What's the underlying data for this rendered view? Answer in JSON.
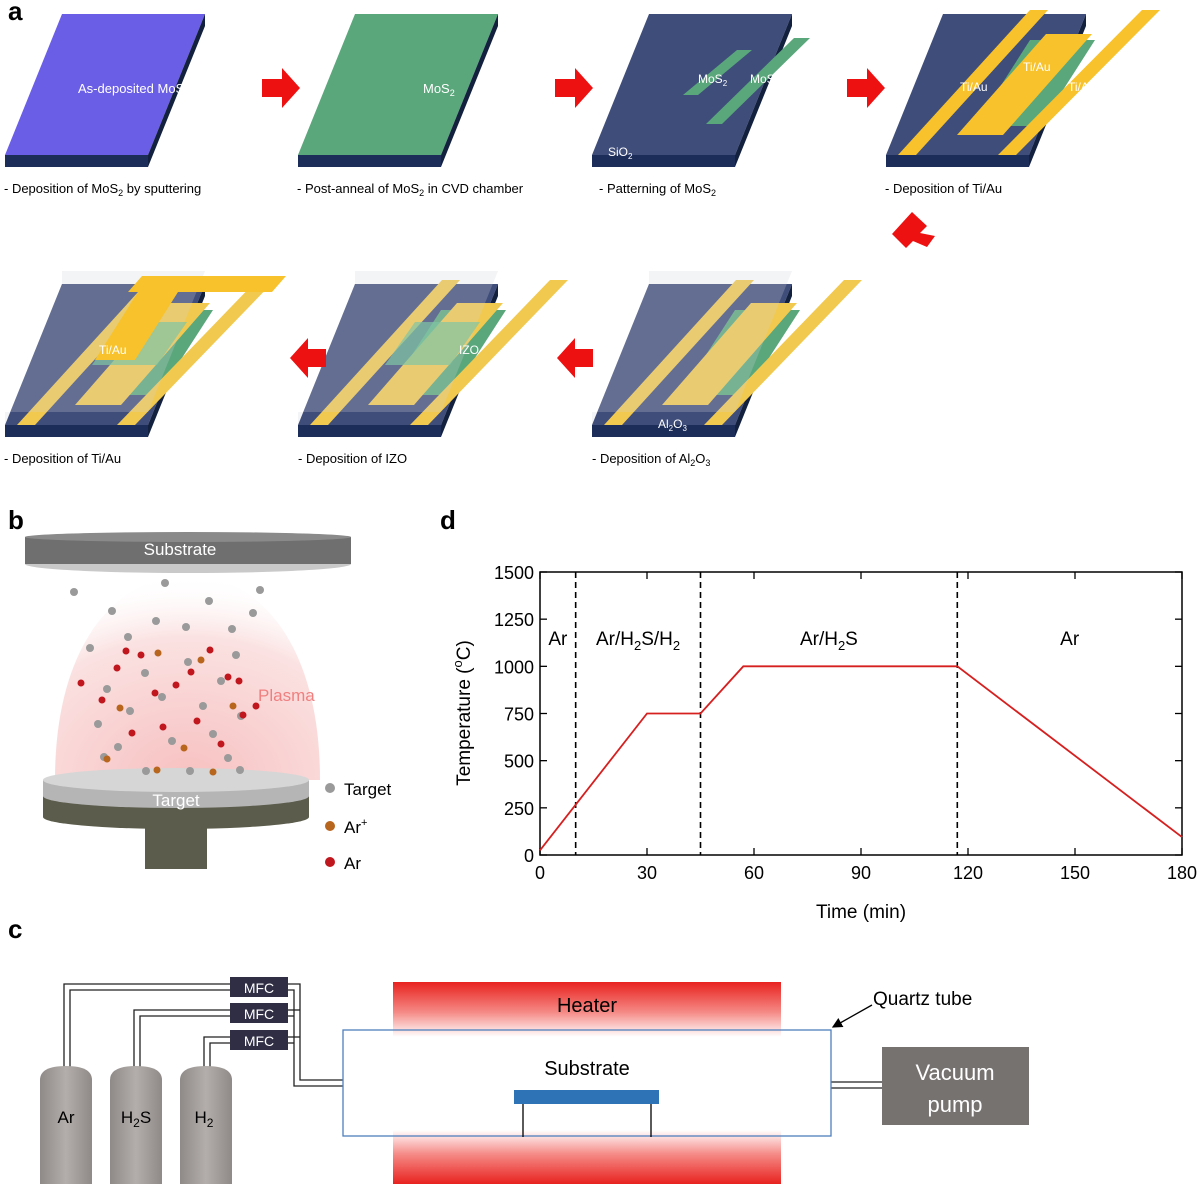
{
  "panel_labels": {
    "a": "a",
    "b": "b",
    "c": "c",
    "d": "d"
  },
  "panel_a": {
    "step1_label": "As-deposited MoS",
    "step2_label": "MoS",
    "step3_labels": {
      "mos2_a": "MoS",
      "mos2_b": "MoS",
      "sio2": "SiO"
    },
    "step4_labels": {
      "left": "Ti/Au",
      "mid": "Ti/Au",
      "right": "Ti/Au"
    },
    "step5_label": "Al",
    "step5_label_mid": "O",
    "step6_label": "IZO",
    "step7_label": "Ti/Au",
    "sub2": "2",
    "sub3": "3",
    "captions": {
      "s1_a": "- Deposition of MoS",
      "s1_b": " by sputtering",
      "s2_a": "- Post-anneal of MoS",
      "s2_b": " in CVD chamber",
      "s3_a": "- Patterning of MoS",
      "s4": "- Deposition of Ti/Au",
      "s5_a": "- Deposition of Al",
      "s5_b": "O",
      "s6": "- Deposition of IZO",
      "s7": "- Deposition of Ti/Au"
    },
    "colors": {
      "as_deposited": "#6a5de6",
      "mos2": "#5aa77b",
      "sio2": "#3f4d7a",
      "metal": "#f7c22b",
      "arrow": "#ee1111"
    }
  },
  "panel_b": {
    "substrate": "Substrate",
    "target": "Target",
    "plasma": "Plasma",
    "legend": [
      {
        "label": "Target",
        "color": "#9a9a9a"
      },
      {
        "label": "Ar",
        "sup": "+",
        "color": "#b8651e"
      },
      {
        "label": "Ar",
        "sup": "",
        "color": "#c0171e"
      }
    ]
  },
  "panel_c": {
    "mfc": [
      "MFC",
      "MFC",
      "MFC"
    ],
    "heater": "Heater",
    "substrate": "Substrate",
    "quartz": "Quartz tube",
    "vacuum_line1": "Vacuum",
    "vacuum_line2": "pump",
    "cylinders": [
      "Ar",
      "H",
      "H"
    ],
    "cyl_suffix": [
      "",
      "S",
      ""
    ],
    "cyl_sub": [
      "",
      "2",
      "2"
    ]
  },
  "chart_data": {
    "type": "line",
    "xlabel": "Time (min)",
    "ylabel_a": "Temperature (",
    "ylabel_sup": "o",
    "ylabel_b": "C)",
    "xlim": [
      0,
      180
    ],
    "ylim": [
      0,
      1500
    ],
    "xticks": [
      0,
      30,
      60,
      90,
      120,
      150,
      180
    ],
    "yticks": [
      0,
      250,
      500,
      750,
      1000,
      1250,
      1500
    ],
    "series": [
      {
        "color": "#d62020",
        "x": [
          0,
          30,
          45,
          57,
          117,
          180
        ],
        "y": [
          25,
          750,
          750,
          1000,
          1000,
          95
        ]
      }
    ],
    "dividers": [
      10,
      45,
      117
    ],
    "regions": [
      {
        "label": "Ar",
        "x": 5
      },
      {
        "label": "Ar/H",
        "sub": "2",
        "mid": "S/H",
        "sub2": "2",
        "x": 27.5
      },
      {
        "label": "Ar/H",
        "sub": "2",
        "mid": "S",
        "x": 81
      },
      {
        "label": "Ar",
        "x": 148.5
      }
    ],
    "region_label_y": 1150
  }
}
